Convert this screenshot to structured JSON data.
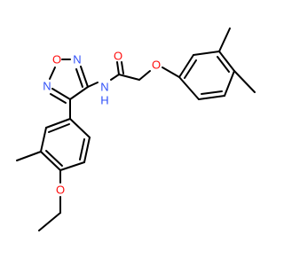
{
  "molecule": {
    "colors": {
      "bond": "#000000",
      "oxygen": "#ff0d0d",
      "nitrogen": "#3050f8"
    },
    "atoms": {
      "o_ring": "O",
      "n_ring_right": "N",
      "n_ring_left": "N",
      "nh": "N",
      "nh_h": "H",
      "o_carbonyl": "O",
      "o_ether_right": "O",
      "o_ether_left": "O"
    }
  }
}
